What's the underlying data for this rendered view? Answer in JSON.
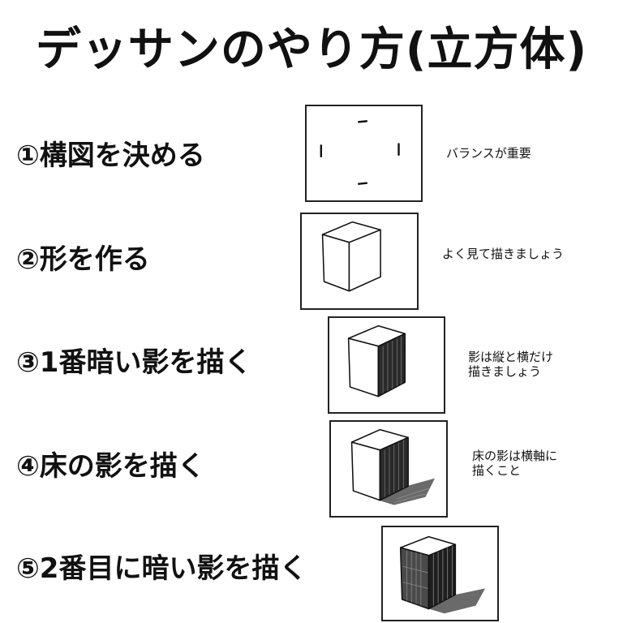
{
  "title": "デッサンのやり方(立方体)",
  "steps": [
    {
      "label": "①構図を決める",
      "note": "バランスが重要"
    },
    {
      "label": "②形を作る",
      "note": "よく見て描きましょう"
    },
    {
      "label": "③1番暗い影を描く",
      "note": "影は縦と横だけ\n描きましょう"
    },
    {
      "label": "④床の影を描く",
      "note": "床の影は横軸に\n描くこと"
    },
    {
      "label": "⑤2番目に暗い影を描く",
      "note": ""
    }
  ],
  "colors": {
    "ink": "#111111",
    "background": "#ffffff"
  }
}
